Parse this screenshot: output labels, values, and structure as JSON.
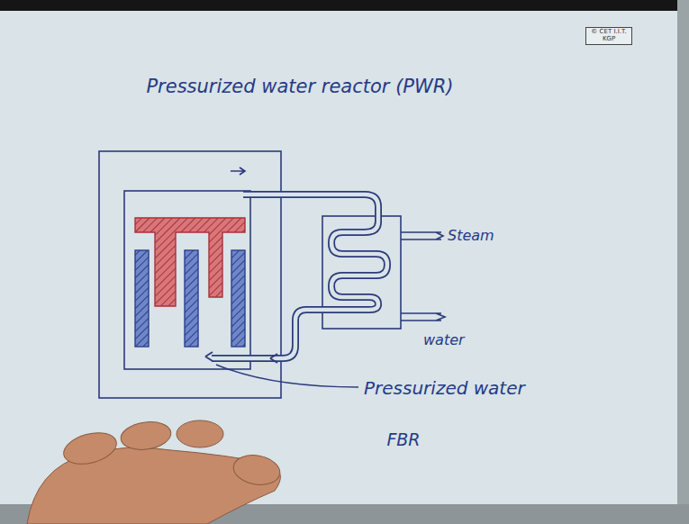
{
  "diagram": {
    "title": "Pressurized water reactor (PWR)",
    "labels": [
      "© CET I.I.T. KGP",
      "Steam",
      "water",
      "Pressurized water",
      "FBR"
    ]
  }
}
